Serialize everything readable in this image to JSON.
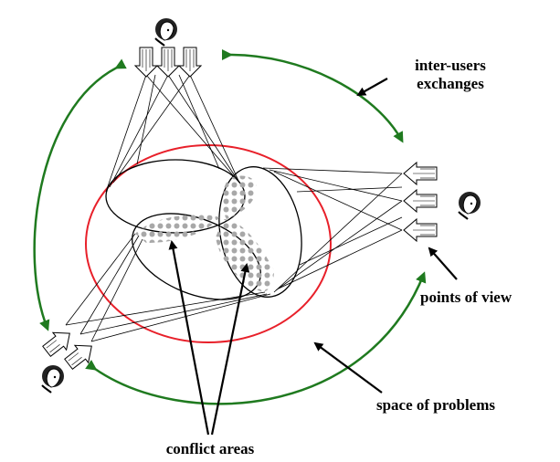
{
  "labels": {
    "inter_users_line1": "inter-users",
    "inter_users_line2": "exchanges",
    "points_of_view": "points of view",
    "space_of_problems": "space of problems",
    "conflict_areas": "conflict areas"
  },
  "colors": {
    "space_circle": "#e8202a",
    "exchange_arrows": "#1f7a1f",
    "conflict_dots": "#a8a8a8",
    "ink": "#000000"
  },
  "icons": [
    "user-head-icon",
    "user-head-icon",
    "user-head-icon"
  ]
}
